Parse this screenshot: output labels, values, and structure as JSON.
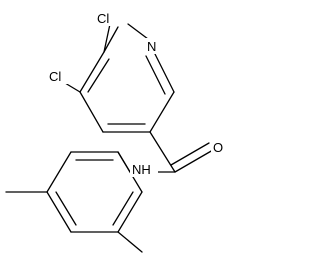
{
  "molecule": {
    "atoms": {
      "cl_top": "Cl",
      "cl_left": "Cl",
      "ring_n": "N",
      "carbonyl_o": "O",
      "amide_nh": "NH"
    }
  },
  "colors": {
    "bond": "#000000",
    "label": "#000000",
    "background": "#ffffff"
  }
}
